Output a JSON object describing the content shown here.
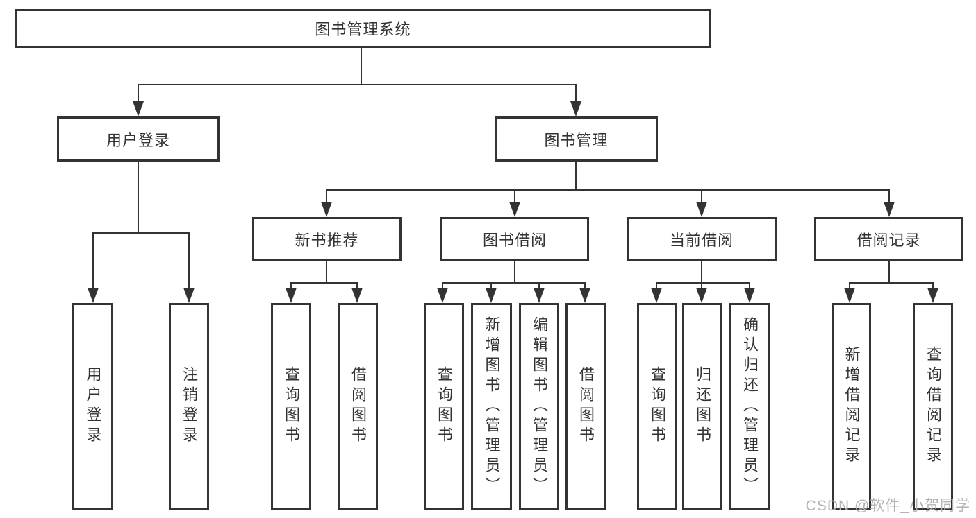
{
  "watermark": "CSDN @软件_小贺同学",
  "tree": {
    "label": "图书管理系统",
    "children": [
      {
        "label": "用户登录",
        "children": [
          {
            "label": "用户登录"
          },
          {
            "label": "注销登录"
          }
        ]
      },
      {
        "label": "图书管理",
        "children": [
          {
            "label": "新书推荐",
            "children": [
              {
                "label": "查询图书"
              },
              {
                "label": "借阅图书"
              }
            ]
          },
          {
            "label": "图书借阅",
            "children": [
              {
                "label": "查询图书"
              },
              {
                "label": "新增图书（管理员）"
              },
              {
                "label": "编辑图书（管理员）"
              },
              {
                "label": "借阅图书"
              }
            ]
          },
          {
            "label": "当前借阅",
            "children": [
              {
                "label": "查询图书"
              },
              {
                "label": "归还图书"
              },
              {
                "label": "确认归还（管理员）"
              }
            ]
          },
          {
            "label": "借阅记录",
            "children": [
              {
                "label": "新增借阅记录"
              },
              {
                "label": "查询借阅记录"
              }
            ]
          }
        ]
      }
    ]
  },
  "colors": {
    "line": "#333333",
    "box_border": "#333333",
    "text": "#333333",
    "watermark": "#b3b3b3",
    "background": "#ffffff"
  }
}
